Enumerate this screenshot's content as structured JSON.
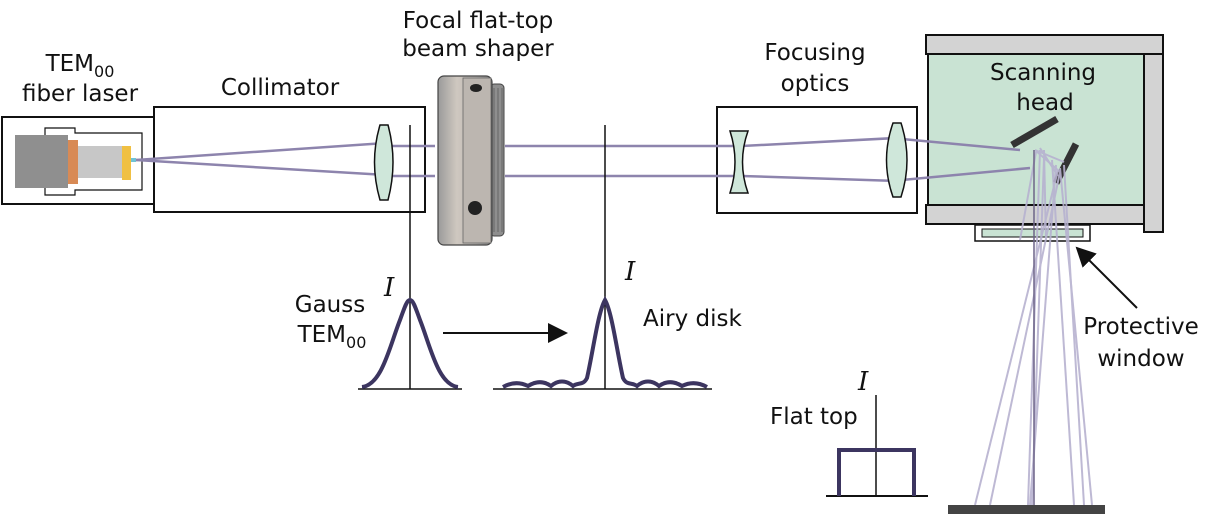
{
  "labels": {
    "laser": {
      "line1_main": "TEM",
      "line1_sub": "00",
      "line2": "fiber laser"
    },
    "collimator": "Collimator",
    "beam_shaper": {
      "line1": "Focal flat-top",
      "line2": "beam shaper"
    },
    "focusing_optics": {
      "line1": "Focusing",
      "line2": "optics"
    },
    "scanning_head": {
      "line1": "Scanning",
      "line2": "head"
    },
    "protective_window": {
      "line1": "Protective",
      "line2": "window"
    },
    "gauss": {
      "line1": "Gauss",
      "line2_main": "TEM",
      "line2_sub": "00"
    },
    "airy_disk": "Airy disk",
    "flat_top": "Flat top",
    "intensity_symbol": "I"
  },
  "colors": {
    "beam": "#8d84ad",
    "beam_fan": "#b7b2d0",
    "profile_curve": "#3c3560",
    "scan_head_fill": "#c9e3d3",
    "housing_gray": "#d3d3d3",
    "lens_fill": "#cfe7da",
    "laser_body": "#8f8f8f",
    "laser_core": "#c7c7c7",
    "laser_orange": "#d88a55",
    "laser_yellow": "#f0c043"
  },
  "icons": {
    "arrow": "right-arrow-icon"
  }
}
